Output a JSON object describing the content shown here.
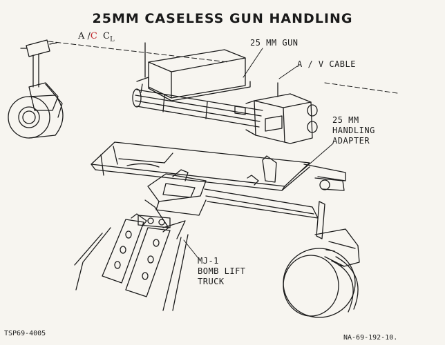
{
  "title": "25MM CASELESS GUN HANDLING",
  "annotation": {
    "prefix": "A /",
    "struck": "C",
    "suffix": "C",
    "sub": "L"
  },
  "labels": {
    "gun": "25 MM GUN",
    "cable": "A / V CABLE",
    "adapter": "25 MM\nHANDLING\nADAPTER",
    "truck": "MJ-1\nBOMB LIFT\nTRUCK"
  },
  "footer": {
    "left": "TSP69-4005",
    "right": "NA-69-192-10."
  },
  "colors": {
    "ink": "#1a1a1a",
    "paper": "#f7f5f0",
    "red_mark": "#c0282d"
  }
}
